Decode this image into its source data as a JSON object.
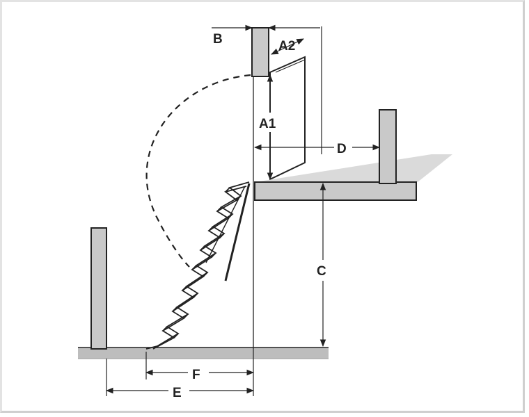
{
  "diagram": {
    "labels": {
      "b": "B",
      "a2": "A2",
      "a1": "A1",
      "d": "D",
      "c": "C",
      "f": "F",
      "e": "E"
    },
    "colors": {
      "wall_fill": "#c9c9c9",
      "stroke": "#222222",
      "floor_shadow": "#bdbdbd"
    }
  }
}
